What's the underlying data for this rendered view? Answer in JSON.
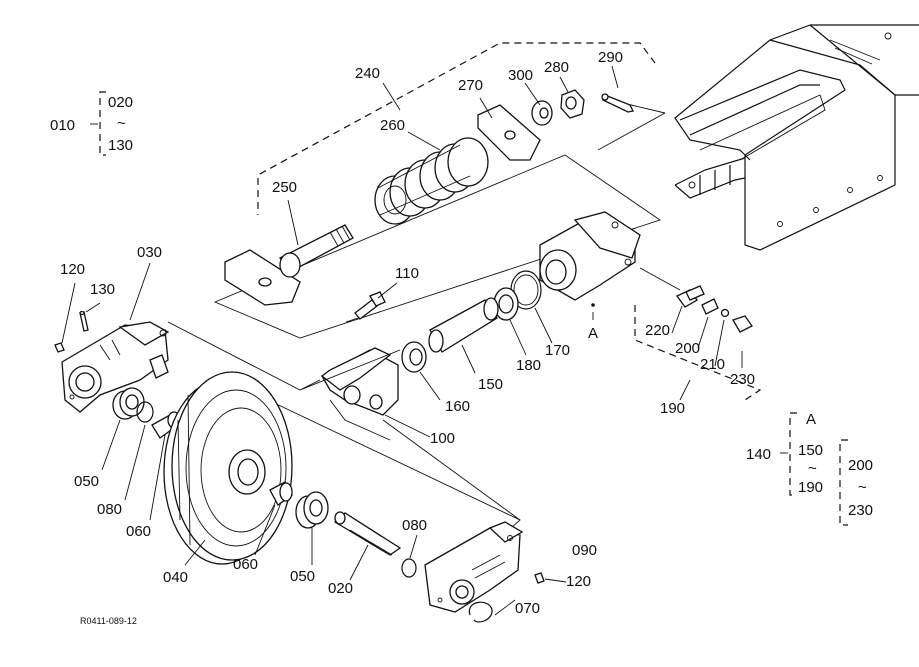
{
  "diagram": {
    "reference_code": "R0411-089-12",
    "labels": {
      "l010": "010",
      "l020a": "020",
      "l020b": "020",
      "l030": "030",
      "l040": "040",
      "l050a": "050",
      "l050b": "050",
      "l060a": "060",
      "l060b": "060",
      "l070": "070",
      "l080a": "080",
      "l080b": "080",
      "l090": "090",
      "l100": "100",
      "l110": "110",
      "l120a": "120",
      "l120b": "120",
      "l130a": "130",
      "l130b": "130",
      "l140": "140",
      "l150a": "150",
      "l150b": "150",
      "l160": "160",
      "l170": "170",
      "l180": "180",
      "l190a": "190",
      "l190b": "190",
      "l200a": "200",
      "l200b": "200",
      "l210": "210",
      "l220": "220",
      "l230a": "230",
      "l230b": "230",
      "l240": "240",
      "l250": "250",
      "l260": "260",
      "l270": "270",
      "l280": "280",
      "l290": "290",
      "l300": "300",
      "lA1": "A",
      "lA2": "A",
      "tilde1": "~",
      "tilde2": "~",
      "tilde3": "~"
    }
  }
}
